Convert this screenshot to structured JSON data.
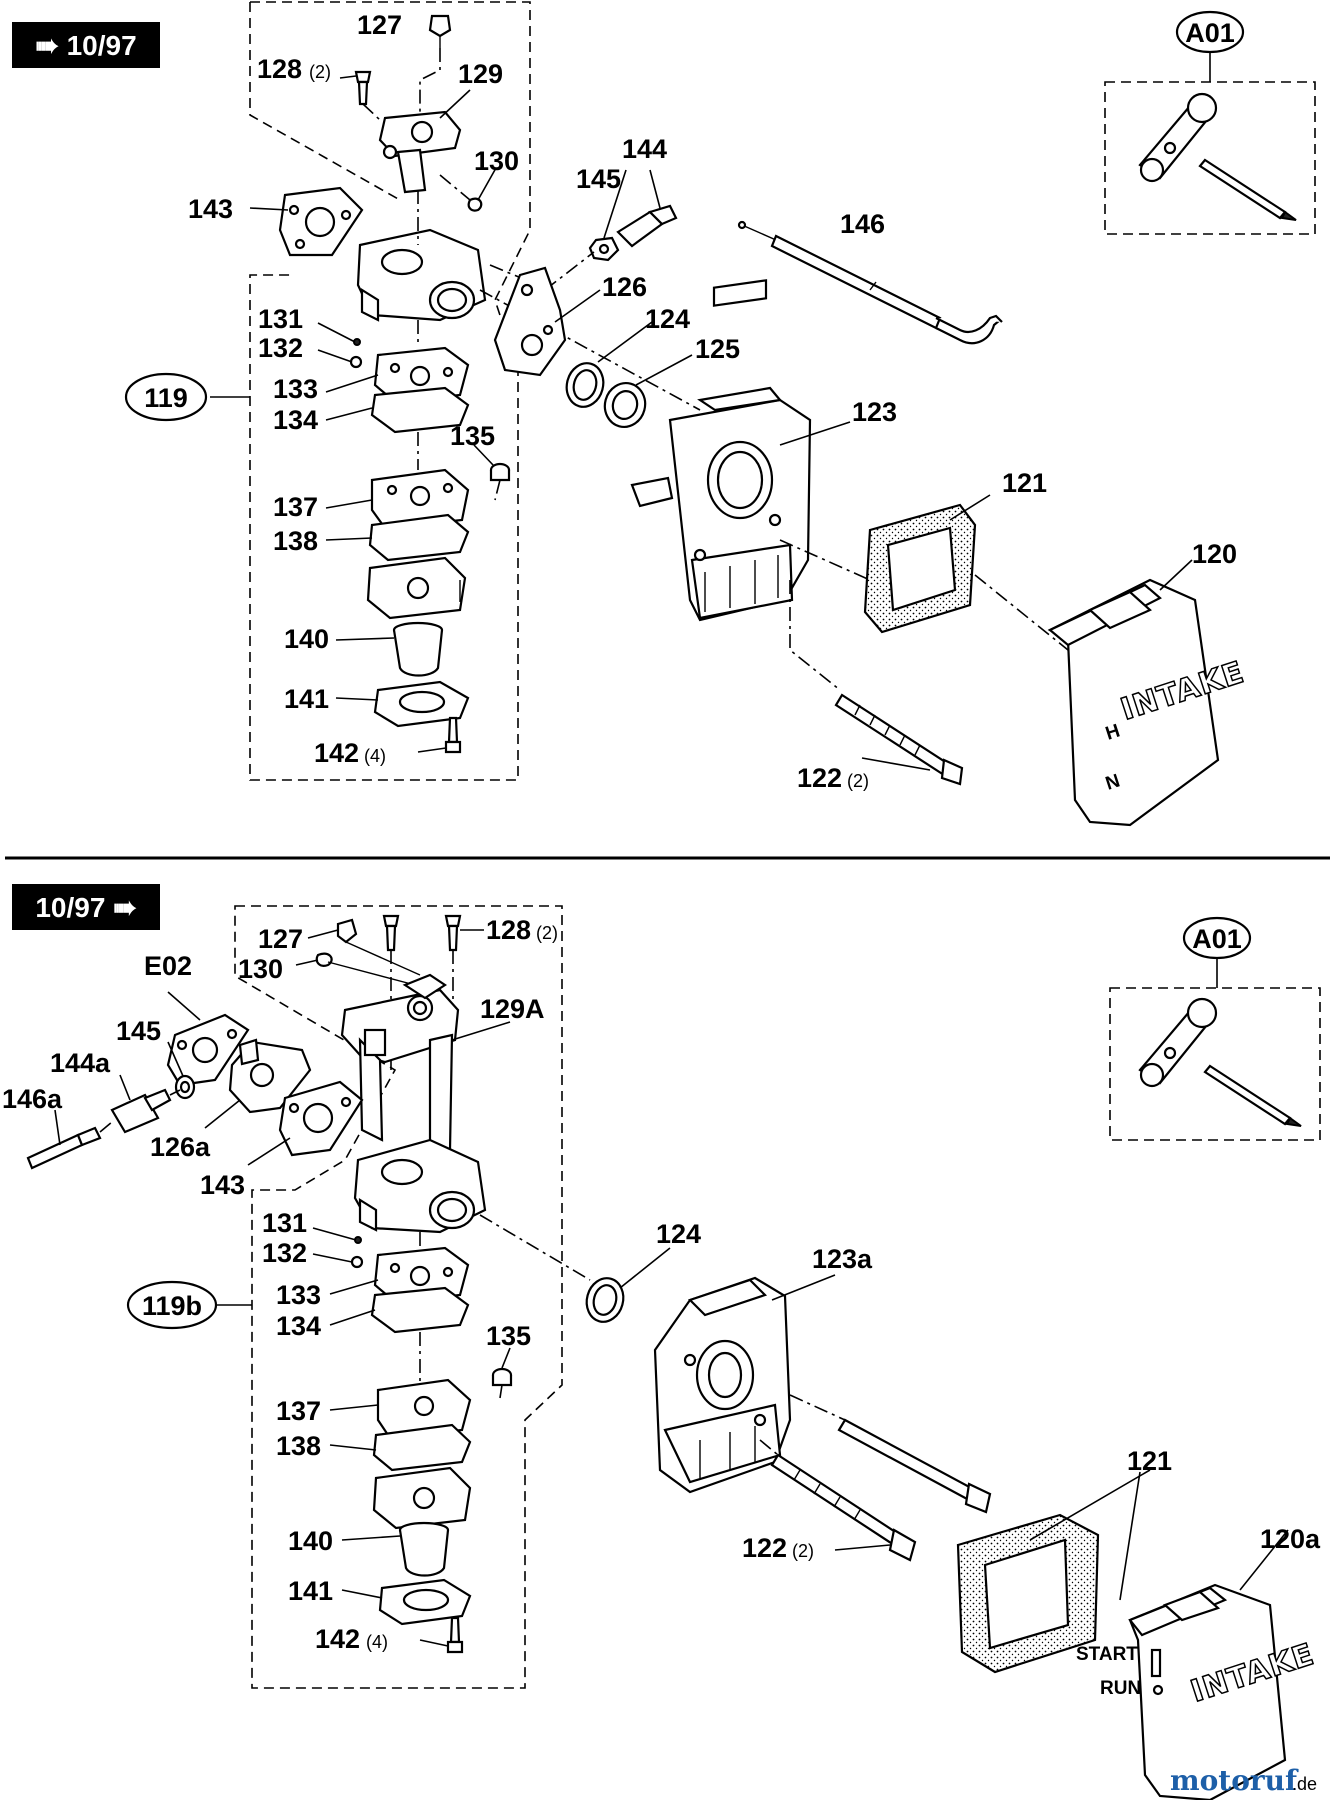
{
  "sections": {
    "top_badge": "➠ 10/97",
    "bottom_badge": "10/97 ➠"
  },
  "top": {
    "labels": {
      "l127": "127",
      "l128": "128",
      "l128q": "(2)",
      "l129": "129",
      "l130": "130",
      "l143": "143",
      "l145": "145",
      "l144": "144",
      "l146": "146",
      "l126": "126",
      "l124": "124",
      "l125": "125",
      "l123": "123",
      "l121": "121",
      "l120": "120",
      "l119": "119",
      "l131": "131",
      "l132": "132",
      "l133": "133",
      "l134": "134",
      "l135": "135",
      "l137": "137",
      "l138": "138",
      "l140": "140",
      "l141": "141",
      "l142": "142",
      "l142q": "(4)",
      "l122": "122",
      "l122q": "(2)",
      "a01": "A01"
    },
    "cover_text": "INTAKE"
  },
  "bottom": {
    "labels": {
      "l127": "127",
      "l128": "128",
      "l128q": "(2)",
      "l130": "130",
      "l129a": "129A",
      "e02": "E02",
      "l145": "145",
      "l144a": "144a",
      "l146a": "146a",
      "l126a": "126a",
      "l143": "143",
      "l131": "131",
      "l132": "132",
      "l119b": "119b",
      "l133": "133",
      "l134": "134",
      "l135": "135",
      "l137": "137",
      "l138": "138",
      "l140": "140",
      "l141": "141",
      "l142": "142",
      "l142q": "(4)",
      "l124": "124",
      "l123a": "123a",
      "l122": "122",
      "l122q": "(2)",
      "l121": "121",
      "l120a": "120a",
      "start": "START",
      "run": "RUN",
      "a01": "A01"
    },
    "cover_text": "INTAKE"
  },
  "watermark": {
    "main": "motoruf",
    "suffix": ".de"
  },
  "colors": {
    "watermark_blue": "#1d5fa8",
    "watermark_grey": "#8a8a8a",
    "ink": "#000000"
  }
}
